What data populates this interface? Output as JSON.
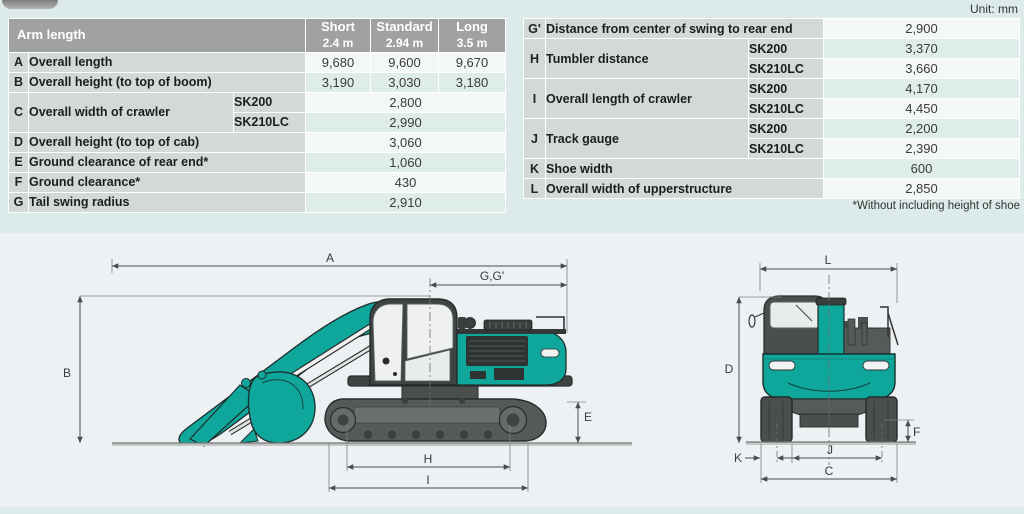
{
  "unit_label": "Unit: mm",
  "footnote": "*Without including height of shoe",
  "colors": {
    "page_bg": "#dcebe9",
    "panel_bg": "#edf1f4",
    "header_gray": "#9fa2a1",
    "cell_gray": "#d3d9d7",
    "value_light": "#f3f7f5",
    "value_mint": "#dfedea",
    "teal": "#0fa69c",
    "dim_line": "#4b4b4b"
  },
  "left_table": {
    "title": "Arm length",
    "columns": [
      {
        "name": "Short",
        "spec": "2.4 m"
      },
      {
        "name": "Standard",
        "spec": "2.94 m"
      },
      {
        "name": "Long",
        "spec": "3.5 m"
      }
    ],
    "rows": [
      {
        "letter": "A",
        "label": "Overall length",
        "values": [
          "9,680",
          "9,600",
          "9,670"
        ]
      },
      {
        "letter": "B",
        "label": "Overall height (to top of boom)",
        "values": [
          "3,190",
          "3,030",
          "3,180"
        ]
      },
      {
        "letter": "C",
        "label": "Overall width of crawler",
        "models": [
          {
            "model": "SK200",
            "value": "2,800"
          },
          {
            "model": "SK210LC",
            "value": "2,990"
          }
        ]
      },
      {
        "letter": "D",
        "label": "Overall height (to top of cab)",
        "value": "3,060"
      },
      {
        "letter": "E",
        "label": "Ground clearance of rear end*",
        "value": "1,060"
      },
      {
        "letter": "F",
        "label": "Ground clearance*",
        "value": "430"
      },
      {
        "letter": "G",
        "label": "Tail swing radius",
        "value": "2,910"
      }
    ]
  },
  "right_table": {
    "rows": [
      {
        "letter": "G'",
        "label": "Distance from center of swing to rear end",
        "value": "2,900"
      },
      {
        "letter": "H",
        "label": "Tumbler distance",
        "models": [
          {
            "model": "SK200",
            "value": "3,370"
          },
          {
            "model": "SK210LC",
            "value": "3,660"
          }
        ]
      },
      {
        "letter": "I",
        "label": "Overall length of crawler",
        "models": [
          {
            "model": "SK200",
            "value": "4,170"
          },
          {
            "model": "SK210LC",
            "value": "4,450"
          }
        ]
      },
      {
        "letter": "J",
        "label": "Track gauge",
        "models": [
          {
            "model": "SK200",
            "value": "2,200"
          },
          {
            "model": "SK210LC",
            "value": "2,390"
          }
        ]
      },
      {
        "letter": "K",
        "label": "Shoe width",
        "value": "600"
      },
      {
        "letter": "L",
        "label": "Overall width of upperstructure",
        "value": "2,850"
      }
    ]
  },
  "diagram": {
    "side": {
      "labels": {
        "a": "A",
        "b": "B",
        "gg": "G,G'",
        "e": "E",
        "h": "H",
        "i": "I"
      }
    },
    "rear": {
      "labels": {
        "l": "L",
        "d": "D",
        "k": "K",
        "j": "J",
        "c": "C",
        "f": "F"
      }
    }
  }
}
